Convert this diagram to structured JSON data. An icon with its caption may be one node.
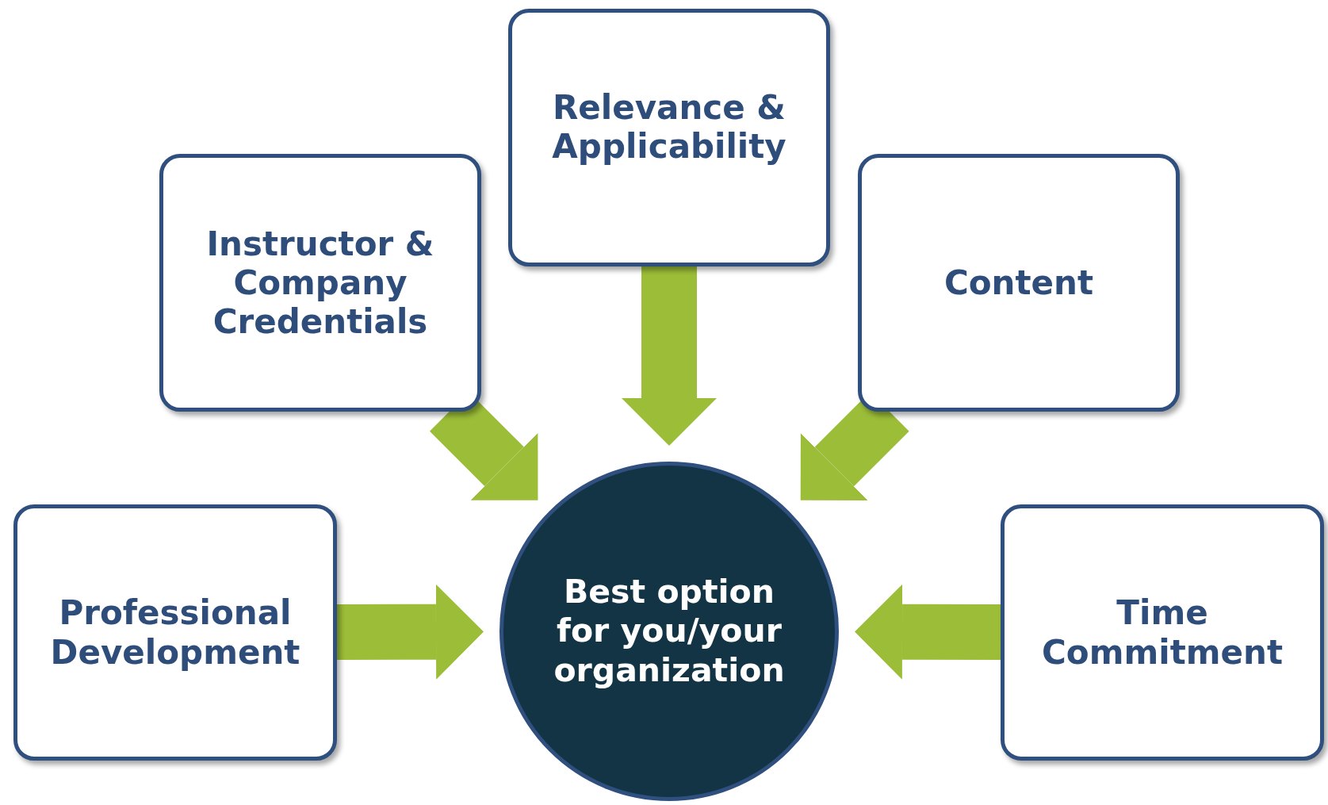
{
  "diagram": {
    "nodes": [
      {
        "text": [
          "Relevance & Applicability"
        ]
      },
      {
        "text": [
          "Instructor & Company Credentials"
        ]
      },
      {
        "text": [
          "Content"
        ]
      },
      {
        "text": [
          "Professional Development"
        ]
      },
      {
        "text": [
          "Best option for you/your organization"
        ]
      },
      {
        "text": [
          "Time Commitment"
        ]
      }
    ],
    "edges": [
      {
        "from": 0,
        "to": 4,
        "arrow": "to"
      },
      {
        "from": 1,
        "to": 4,
        "arrow": "to"
      },
      {
        "from": 2,
        "to": 4,
        "arrow": "to"
      },
      {
        "from": 3,
        "to": 4,
        "arrow": "to"
      },
      {
        "from": 5,
        "to": 4,
        "arrow": "to"
      }
    ]
  }
}
